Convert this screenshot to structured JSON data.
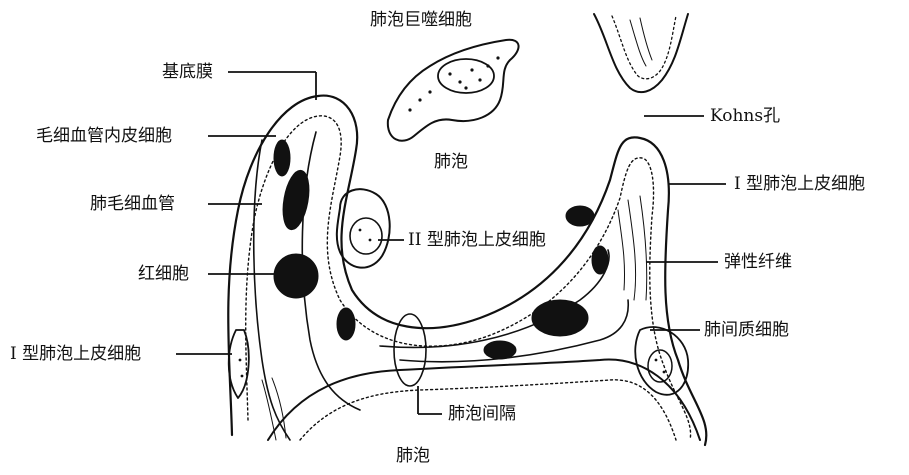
{
  "labels": {
    "alveolar_macrophage": "肺泡巨噬细胞",
    "basement_membrane": "基底膜",
    "capillary_endothelial_cell": "毛细血管内皮细胞",
    "pulmonary_capillary": "肺毛细血管",
    "red_blood_cell": "红细胞",
    "type1_cell_left": "I 型肺泡上皮细胞",
    "alveolus_top": "肺泡",
    "kohns_pore": "Kohns孔",
    "type1_cell_right": "I 型肺泡上皮细胞",
    "type2_cell": "II 型肺泡上皮细胞",
    "elastic_fiber": "弹性纤维",
    "interstitial_cell": "肺间质细胞",
    "alveolar_septum": "肺泡间隔",
    "alveolus_bottom": "肺泡"
  }
}
